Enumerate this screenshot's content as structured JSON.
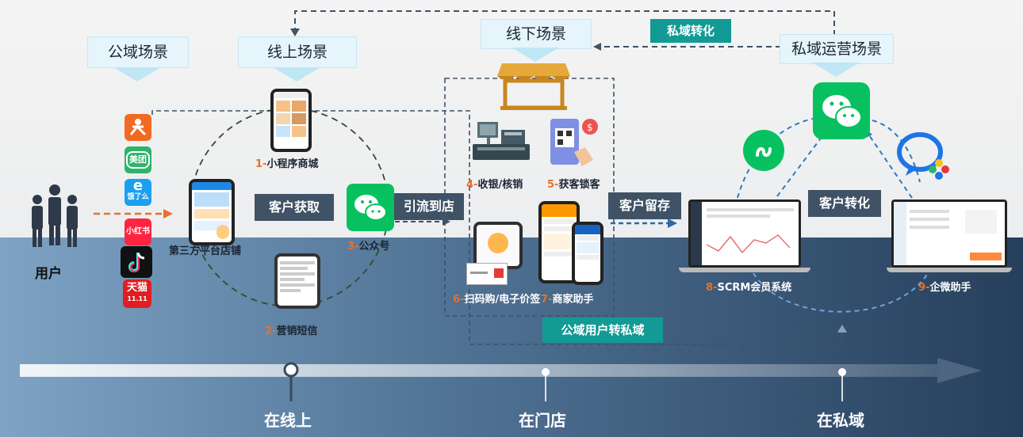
{
  "labels": {
    "public_domain": "公域场景",
    "online_scene": "线上场景",
    "offline_scene": "线下场景",
    "private_ops_scene": "私域运营场景",
    "private_conversion": "私域转化",
    "customer_acquire": "客户获取",
    "drain_to_store": "引流到店",
    "customer_retain": "客户留存",
    "customer_convert": "客户转化",
    "public_to_private": "公域用户转私域",
    "user": "用户",
    "third_party_store": "第三方平台店铺"
  },
  "nodes": {
    "n1_num": "1-",
    "n1_text": "小程序商城",
    "n2_num": "2-",
    "n2_text": "营销短信",
    "n3_num": "3-",
    "n3_text": "公众号",
    "n4_num": "4-",
    "n4_text": "收银/核销",
    "n5_num": "5-",
    "n5_text": "获客锁客",
    "n6_num": "6-",
    "n6_text": "扫码购/电子价签",
    "n7_num": "7-",
    "n7_text": "商家助手",
    "n8_num": "8-",
    "n8_text": "SCRM会员系统",
    "n9_num": "9-",
    "n9_text": "企微助手"
  },
  "platforms": {
    "meituan": "美团",
    "eleme": "饿了么",
    "xiaohongshu": "小红书",
    "tmall": "天猫",
    "tmall_sub": "11.11"
  },
  "timeline": {
    "online": "在线上",
    "store": "在门店",
    "private": "在私域"
  },
  "colors": {
    "accent_orange": "#e9702a",
    "dark_label": "#3f5266",
    "teal_label": "#129a94",
    "wechat_green": "#07c160",
    "bottom_dark": "#263f5c"
  }
}
